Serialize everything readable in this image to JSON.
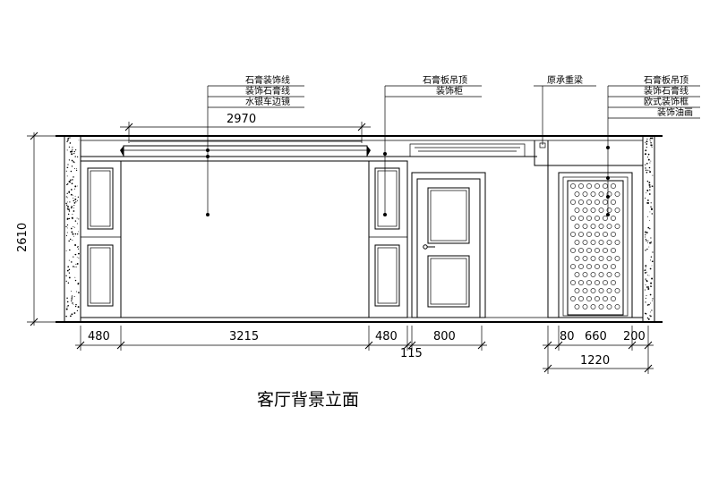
{
  "title": "客厅背景立面",
  "dimensions": {
    "height_2610": "2610",
    "top_2970": "2970",
    "w_480_left": "480",
    "w_3215": "3215",
    "w_480_right": "480",
    "w_115": "115",
    "w_800": "800",
    "w_80": "80",
    "w_660": "660",
    "w_200": "200",
    "w_1220": "1220"
  },
  "callouts": {
    "group1": [
      "石膏装饰线",
      "装饰石膏线",
      "水银车边镜"
    ],
    "group2": [
      "石膏板吊顶",
      "装饰柜"
    ],
    "group3": [
      "原承重梁"
    ],
    "group4": [
      "石膏板吊顶",
      "装饰石膏线",
      "欧式装饰框",
      "装饰油画"
    ]
  }
}
